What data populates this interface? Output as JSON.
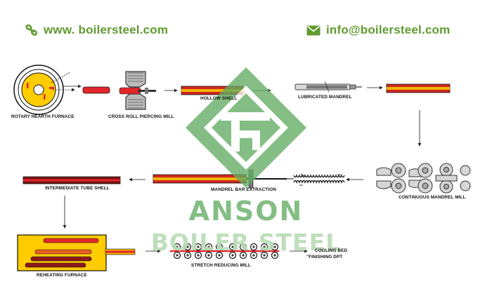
{
  "header": {
    "website": "www. boilersteel.com",
    "email": "info@boilersteel.com",
    "website_icon": "link-icon",
    "email_icon": "envelope-icon",
    "accent_color": "#5f9b2f"
  },
  "watermark": {
    "line1": "ANSON",
    "line2": "BOILER STEEL",
    "color": "#62ad62"
  },
  "steps": {
    "rotary_hearth_furnace": "ROTARY HEARTH FURNACE",
    "cross_roll_piercing_mill": "CROSS ROLL PIERCING MILL",
    "hollow_shell": "HOLLOW SHELL",
    "lubricated_mandrel": "LUBRICATED MANDREL",
    "continuous_mandrel_mill": "CONTINUOUS MANDREL MILL",
    "mandrel_bar_extraction": "MANDREL BAR EXTRACTION",
    "intermediate_tube_shell": "INTERMEDIATE TUBE SHELL",
    "reheating_furnace": "REHEATING FURNACE",
    "stretch_reducing_mill": "STRETCH REDUCING MILL",
    "cooling_bed": "COOLING BED",
    "finishing_dpt": "FINISHING DPT"
  },
  "colors": {
    "hot_steel": "#e3262b",
    "tube_core": "#f0b400",
    "furnace_yellow": "#ffcc00",
    "tube_shell_dark": "#8b1a1a"
  }
}
